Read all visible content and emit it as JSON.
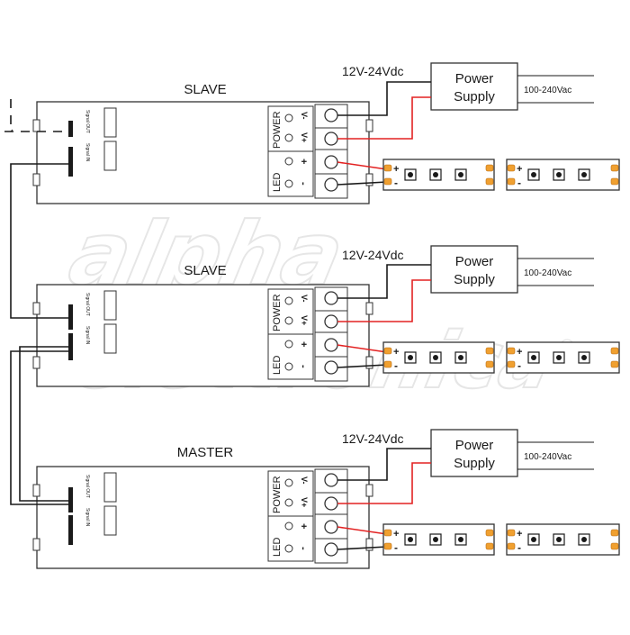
{
  "watermark": {
    "line1": "alpha",
    "line2": "elettronica",
    "mark": "®"
  },
  "controllers": [
    {
      "role": "SLAVE"
    },
    {
      "role": "SLAVE"
    },
    {
      "role": "MASTER"
    }
  ],
  "terminal_labels": {
    "power": "POWER",
    "led": "LED",
    "v_minus": "V-",
    "v_plus": "V+",
    "plus": "+",
    "minus": "-"
  },
  "port_labels": {
    "signal_in": "Signal IN",
    "signal_out": "Signal OUT"
  },
  "power_supply": {
    "label_line1": "Power",
    "label_line2": "Supply",
    "output_voltage": "12V-24Vdc",
    "input_voltage": "100-240Vac"
  },
  "strip_labels": {
    "plus": "+",
    "minus": "-"
  },
  "colors": {
    "wire_black": "#1a1a1a",
    "wire_red": "#e32222",
    "led_pad": "#f0a030",
    "box_stroke": "#333333",
    "watermark": "#e6e6e6"
  }
}
